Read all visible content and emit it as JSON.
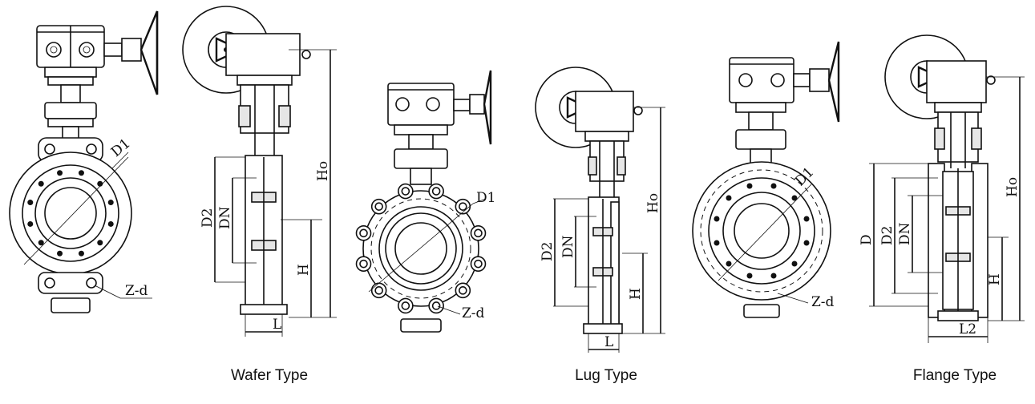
{
  "captions": {
    "wafer": "Wafer Type",
    "lug": "Lug Type",
    "flange": "Flange Type"
  },
  "labels": {
    "d1": "D1",
    "zd": "Z-d",
    "d2": "D2",
    "dn": "DN",
    "ho": "Ho",
    "h": "H",
    "l": "L",
    "d": "D",
    "l2": "L2"
  }
}
